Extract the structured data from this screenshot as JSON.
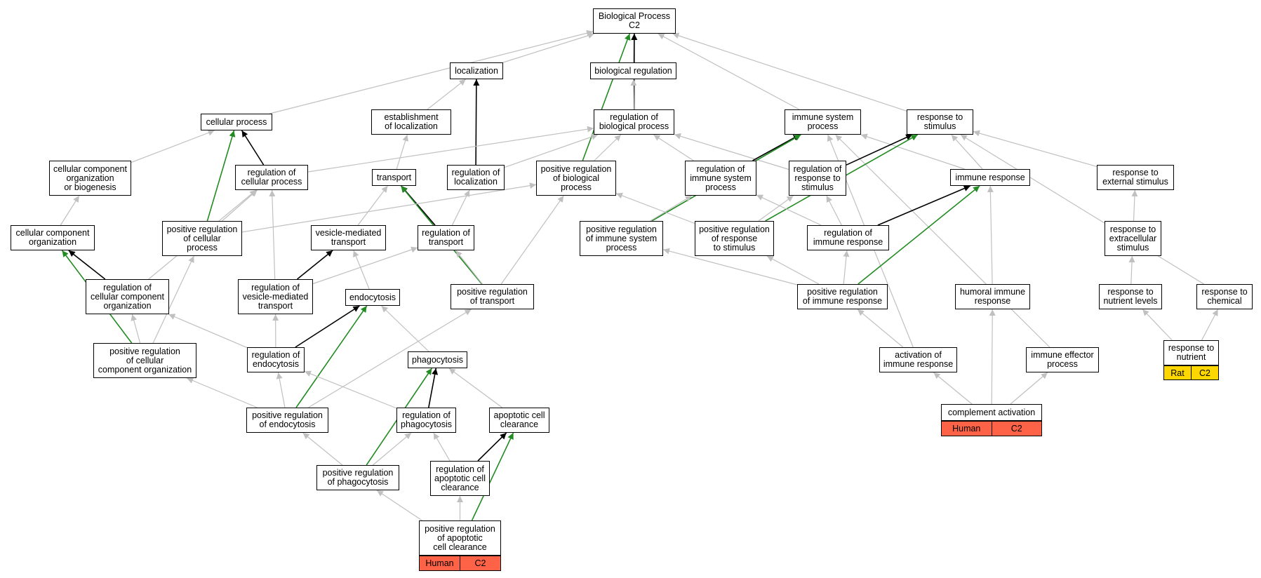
{
  "colors": {
    "is_a": "#c0c0c0",
    "part_of": "#000000",
    "positively_regulates": "#228b22",
    "human_annotation": "#ff6347",
    "rat_annotation": "#ffd700"
  },
  "nodes": [
    {
      "id": "bp",
      "label": "Biological Process\nC2"
    },
    {
      "id": "loc",
      "label": "localization"
    },
    {
      "id": "breg",
      "label": "biological regulation"
    },
    {
      "id": "cp",
      "label": "cellular process"
    },
    {
      "id": "estloc",
      "label": "establishment\nof localization"
    },
    {
      "id": "regbp",
      "label": "regulation of\nbiological process"
    },
    {
      "id": "isp",
      "label": "immune system\nprocess"
    },
    {
      "id": "rts",
      "label": "response to\nstimulus"
    },
    {
      "id": "ccob",
      "label": "cellular component\norganization\nor biogenesis"
    },
    {
      "id": "regcp",
      "label": "regulation of\ncellular process"
    },
    {
      "id": "transport",
      "label": "transport"
    },
    {
      "id": "regloc",
      "label": "regulation of\nlocalization"
    },
    {
      "id": "posregbp",
      "label": "positive regulation\nof biological\nprocess"
    },
    {
      "id": "regisp",
      "label": "regulation of\nimmune system\nprocess"
    },
    {
      "id": "regrts",
      "label": "regulation of\nresponse to\nstimulus"
    },
    {
      "id": "ir",
      "label": "immune response"
    },
    {
      "id": "rtes",
      "label": "response to\nexternal stimulus"
    },
    {
      "id": "cco",
      "label": "cellular component\norganization"
    },
    {
      "id": "posregcp",
      "label": "positive regulation\nof cellular\nprocess"
    },
    {
      "id": "vmt",
      "label": "vesicle-mediated\ntransport"
    },
    {
      "id": "regtrans",
      "label": "regulation of\ntransport"
    },
    {
      "id": "posregisp",
      "label": "positive regulation\nof immune system\nprocess"
    },
    {
      "id": "posregrts",
      "label": "positive regulation\nof response\nto stimulus"
    },
    {
      "id": "regir",
      "label": "regulation of\nimmune response"
    },
    {
      "id": "rtecs",
      "label": "response to\nextracellular\nstimulus"
    },
    {
      "id": "regcco",
      "label": "regulation of\ncellular component\norganization"
    },
    {
      "id": "regvmt",
      "label": "regulation of\nvesicle-mediated\ntransport"
    },
    {
      "id": "endo",
      "label": "endocytosis"
    },
    {
      "id": "posregtrans",
      "label": "positive regulation\nof transport"
    },
    {
      "id": "posregir",
      "label": "positive regulation\nof immune response"
    },
    {
      "id": "hir",
      "label": "humoral immune\nresponse"
    },
    {
      "id": "rtnl",
      "label": "response to\nnutrient levels"
    },
    {
      "id": "rtc",
      "label": "response to\nchemical"
    },
    {
      "id": "posregcco",
      "label": "positive regulation\nof cellular\ncomponent organization"
    },
    {
      "id": "regendo",
      "label": "regulation of\nendocytosis"
    },
    {
      "id": "phago",
      "label": "phagocytosis"
    },
    {
      "id": "actir",
      "label": "activation of\nimmune response"
    },
    {
      "id": "iep",
      "label": "immune effector\nprocess"
    },
    {
      "id": "rtn",
      "label": "response to\nnutrient"
    },
    {
      "id": "posregendo",
      "label": "positive regulation\nof endocytosis"
    },
    {
      "id": "regphago",
      "label": "regulation of\nphagocytosis"
    },
    {
      "id": "acc",
      "label": "apoptotic cell\nclearance"
    },
    {
      "id": "ca",
      "label": "complement activation"
    },
    {
      "id": "posregphago",
      "label": "positive regulation\nof phagocytosis"
    },
    {
      "id": "regacc",
      "label": "regulation of\napoptotic cell\nclearance"
    },
    {
      "id": "posregacc",
      "label": "positive regulation\nof apoptotic\ncell clearance"
    }
  ],
  "annotations": [
    {
      "node": "rtn",
      "cells": [
        "Rat",
        "C2"
      ],
      "color": "#ffd700"
    },
    {
      "node": "ca",
      "cells": [
        "Human",
        "C2"
      ],
      "color": "#ff6347"
    },
    {
      "node": "posregacc",
      "cells": [
        "Human",
        "C2"
      ],
      "color": "#ff6347"
    }
  ],
  "edges": [
    {
      "from": "loc",
      "to": "bp",
      "type": "is_a"
    },
    {
      "from": "breg",
      "to": "bp",
      "type": "is_a"
    },
    {
      "from": "cp",
      "to": "bp",
      "type": "is_a"
    },
    {
      "from": "isp",
      "to": "bp",
      "type": "is_a"
    },
    {
      "from": "rts",
      "to": "bp",
      "type": "is_a"
    },
    {
      "from": "regbp",
      "to": "bp",
      "type": "part_of"
    },
    {
      "from": "posregbp",
      "to": "bp",
      "type": "positively_regulates"
    },
    {
      "from": "estloc",
      "to": "loc",
      "type": "is_a"
    },
    {
      "from": "regbp",
      "to": "breg",
      "type": "is_a"
    },
    {
      "from": "regloc",
      "to": "loc",
      "type": "part_of"
    },
    {
      "from": "transport",
      "to": "estloc",
      "type": "is_a"
    },
    {
      "from": "ccob",
      "to": "cp",
      "type": "is_a"
    },
    {
      "from": "regcp",
      "to": "cp",
      "type": "part_of"
    },
    {
      "from": "posregcp",
      "to": "cp",
      "type": "positively_regulates"
    },
    {
      "from": "regcp",
      "to": "regbp",
      "type": "is_a"
    },
    {
      "from": "regloc",
      "to": "regbp",
      "type": "is_a"
    },
    {
      "from": "posregbp",
      "to": "regbp",
      "type": "is_a"
    },
    {
      "from": "regisp",
      "to": "regbp",
      "type": "is_a"
    },
    {
      "from": "regrts",
      "to": "regbp",
      "type": "is_a"
    },
    {
      "from": "regisp",
      "to": "isp",
      "type": "part_of"
    },
    {
      "from": "ir",
      "to": "isp",
      "type": "is_a"
    },
    {
      "from": "actir",
      "to": "isp",
      "type": "is_a"
    },
    {
      "from": "iep",
      "to": "isp",
      "type": "is_a"
    },
    {
      "from": "posregisp",
      "to": "isp",
      "type": "positively_regulates"
    },
    {
      "from": "regrts",
      "to": "rts",
      "type": "part_of"
    },
    {
      "from": "ir",
      "to": "rts",
      "type": "is_a"
    },
    {
      "from": "rtes",
      "to": "rts",
      "type": "is_a"
    },
    {
      "from": "rtc",
      "to": "rts",
      "type": "is_a"
    },
    {
      "from": "posregrts",
      "to": "rts",
      "type": "positively_regulates"
    },
    {
      "from": "cco",
      "to": "ccob",
      "type": "is_a"
    },
    {
      "from": "posregcp",
      "to": "regcp",
      "type": "is_a"
    },
    {
      "from": "regcco",
      "to": "regcp",
      "type": "is_a"
    },
    {
      "from": "regvmt",
      "to": "regcp",
      "type": "is_a"
    },
    {
      "from": "vmt",
      "to": "transport",
      "type": "is_a"
    },
    {
      "from": "regtrans",
      "to": "transport",
      "type": "part_of"
    },
    {
      "from": "posregtrans",
      "to": "transport",
      "type": "positively_regulates"
    },
    {
      "from": "regtrans",
      "to": "regloc",
      "type": "is_a"
    },
    {
      "from": "posregcp",
      "to": "posregbp",
      "type": "is_a"
    },
    {
      "from": "posregtrans",
      "to": "posregbp",
      "type": "is_a"
    },
    {
      "from": "posregisp",
      "to": "regisp",
      "type": "is_a"
    },
    {
      "from": "posregrts",
      "to": "posregbp",
      "type": "is_a"
    },
    {
      "from": "regir",
      "to": "regisp",
      "type": "is_a"
    },
    {
      "from": "posregrts",
      "to": "regrts",
      "type": "is_a"
    },
    {
      "from": "regir",
      "to": "regrts",
      "type": "is_a"
    },
    {
      "from": "regir",
      "to": "ir",
      "type": "part_of"
    },
    {
      "from": "hir",
      "to": "ir",
      "type": "is_a"
    },
    {
      "from": "posregir",
      "to": "ir",
      "type": "positively_regulates"
    },
    {
      "from": "rtecs",
      "to": "rtes",
      "type": "is_a"
    },
    {
      "from": "regcco",
      "to": "cco",
      "type": "part_of"
    },
    {
      "from": "posregcco",
      "to": "cco",
      "type": "positively_regulates"
    },
    {
      "from": "posregcco",
      "to": "posregcp",
      "type": "is_a"
    },
    {
      "from": "regvmt",
      "to": "vmt",
      "type": "part_of"
    },
    {
      "from": "endo",
      "to": "vmt",
      "type": "is_a"
    },
    {
      "from": "regvmt",
      "to": "regtrans",
      "type": "is_a"
    },
    {
      "from": "posregtrans",
      "to": "regtrans",
      "type": "is_a"
    },
    {
      "from": "posregir",
      "to": "posregisp",
      "type": "is_a"
    },
    {
      "from": "posregir",
      "to": "posregrts",
      "type": "is_a"
    },
    {
      "from": "posregir",
      "to": "regir",
      "type": "is_a"
    },
    {
      "from": "rtnl",
      "to": "rtecs",
      "type": "is_a"
    },
    {
      "from": "posregcco",
      "to": "regcco",
      "type": "is_a"
    },
    {
      "from": "regendo",
      "to": "regvmt",
      "type": "is_a"
    },
    {
      "from": "regendo",
      "to": "regcco",
      "type": "is_a"
    },
    {
      "from": "regendo",
      "to": "endo",
      "type": "part_of"
    },
    {
      "from": "phago",
      "to": "endo",
      "type": "is_a"
    },
    {
      "from": "posregendo",
      "to": "endo",
      "type": "positively_regulates"
    },
    {
      "from": "posregendo",
      "to": "posregtrans",
      "type": "is_a"
    },
    {
      "from": "actir",
      "to": "posregir",
      "type": "is_a"
    },
    {
      "from": "ca",
      "to": "hir",
      "type": "is_a"
    },
    {
      "from": "ca",
      "to": "actir",
      "type": "is_a"
    },
    {
      "from": "ca",
      "to": "iep",
      "type": "is_a"
    },
    {
      "from": "rtn",
      "to": "rtnl",
      "type": "is_a"
    },
    {
      "from": "rtn",
      "to": "rtc",
      "type": "is_a"
    },
    {
      "from": "posregendo",
      "to": "regendo",
      "type": "is_a"
    },
    {
      "from": "posregendo",
      "to": "posregcco",
      "type": "is_a"
    },
    {
      "from": "regphago",
      "to": "regendo",
      "type": "is_a"
    },
    {
      "from": "regphago",
      "to": "phago",
      "type": "part_of"
    },
    {
      "from": "acc",
      "to": "phago",
      "type": "is_a"
    },
    {
      "from": "posregphago",
      "to": "phago",
      "type": "positively_regulates"
    },
    {
      "from": "posregphago",
      "to": "posregendo",
      "type": "is_a"
    },
    {
      "from": "posregphago",
      "to": "regphago",
      "type": "is_a"
    },
    {
      "from": "regacc",
      "to": "regphago",
      "type": "is_a"
    },
    {
      "from": "regacc",
      "to": "acc",
      "type": "part_of"
    },
    {
      "from": "posregacc",
      "to": "regacc",
      "type": "is_a"
    },
    {
      "from": "posregacc",
      "to": "posregphago",
      "type": "is_a"
    },
    {
      "from": "posregacc",
      "to": "acc",
      "type": "positively_regulates"
    }
  ]
}
